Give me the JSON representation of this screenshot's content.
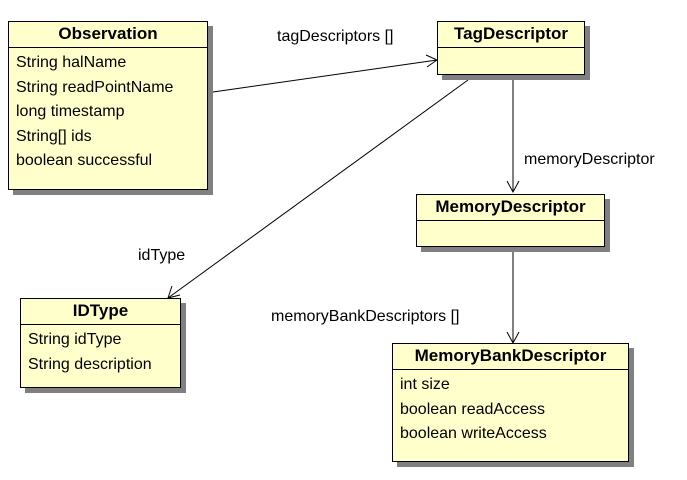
{
  "classes": {
    "observation": {
      "name": "Observation",
      "attributes": [
        "String halName",
        "String readPointName",
        "long timestamp",
        "String[] ids",
        "boolean successful"
      ]
    },
    "tag_descriptor": {
      "name": "TagDescriptor",
      "attributes": []
    },
    "memory_descriptor": {
      "name": "MemoryDescriptor",
      "attributes": []
    },
    "id_type": {
      "name": "IDType",
      "attributes": [
        "String idType",
        "String description"
      ]
    },
    "memory_bank_descriptor": {
      "name": "MemoryBankDescriptor",
      "attributes": [
        "int size",
        "boolean readAccess",
        "boolean writeAccess"
      ]
    }
  },
  "associations": {
    "tag_descriptors": "tagDescriptors []",
    "memory_descriptor": "memoryDescriptor",
    "id_type": "idType",
    "memory_bank_descriptors": "memoryBankDescriptors []"
  }
}
